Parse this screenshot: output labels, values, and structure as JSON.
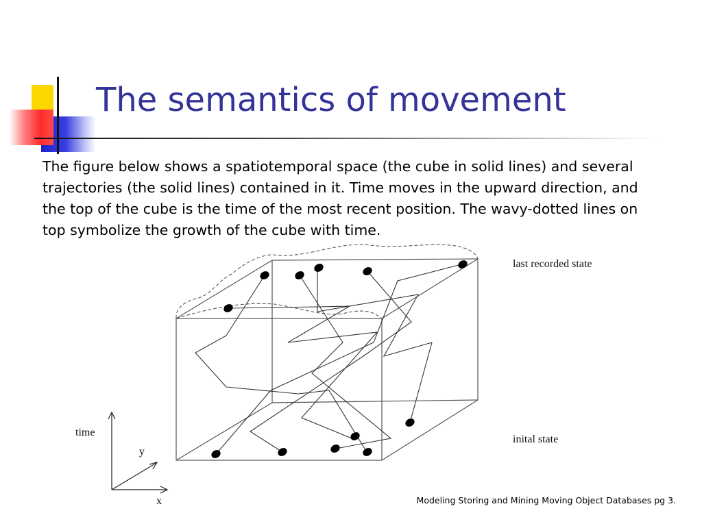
{
  "slide": {
    "title": "The semantics of movement",
    "body": "The figure below shows a spatiotemporal space (the cube in solid lines) and several trajectories (the solid lines) contained in it. Time moves in the upward direction, and the top of the cube is the time of the most recent position. The wavy-dotted lines on top symbolize the growth of the cube with time.",
    "footer": "Modeling Storing and Mining Moving Object Databases pg 3."
  },
  "figure": {
    "label_top": "last recorded state",
    "label_bottom": "inital state",
    "axis_time": "time",
    "axis_y": "y",
    "axis_x": "x"
  },
  "colors": {
    "title": "#333399",
    "accent_yellow": "#ffd700",
    "accent_blue": "#1e22c8",
    "accent_red": "#ff2a2a"
  }
}
